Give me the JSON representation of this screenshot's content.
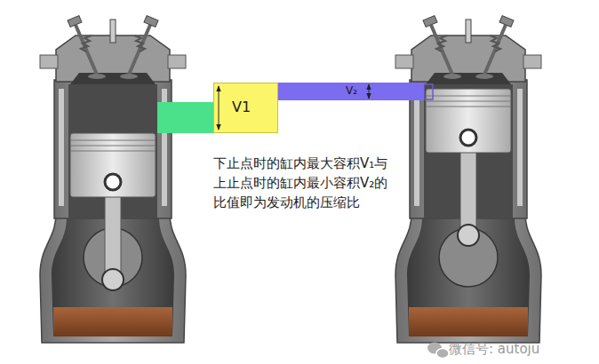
{
  "diagram": {
    "nodes": [
      {
        "text": [
          "V1"
        ]
      },
      {
        "text": [
          "V₂"
        ]
      }
    ],
    "labels": [
      "下止点时的缸内最大容积V₁与上止点时的缸内最小容积V₂的比值即为发动机的压缩比",
      "微信号: autoju"
    ]
  }
}
